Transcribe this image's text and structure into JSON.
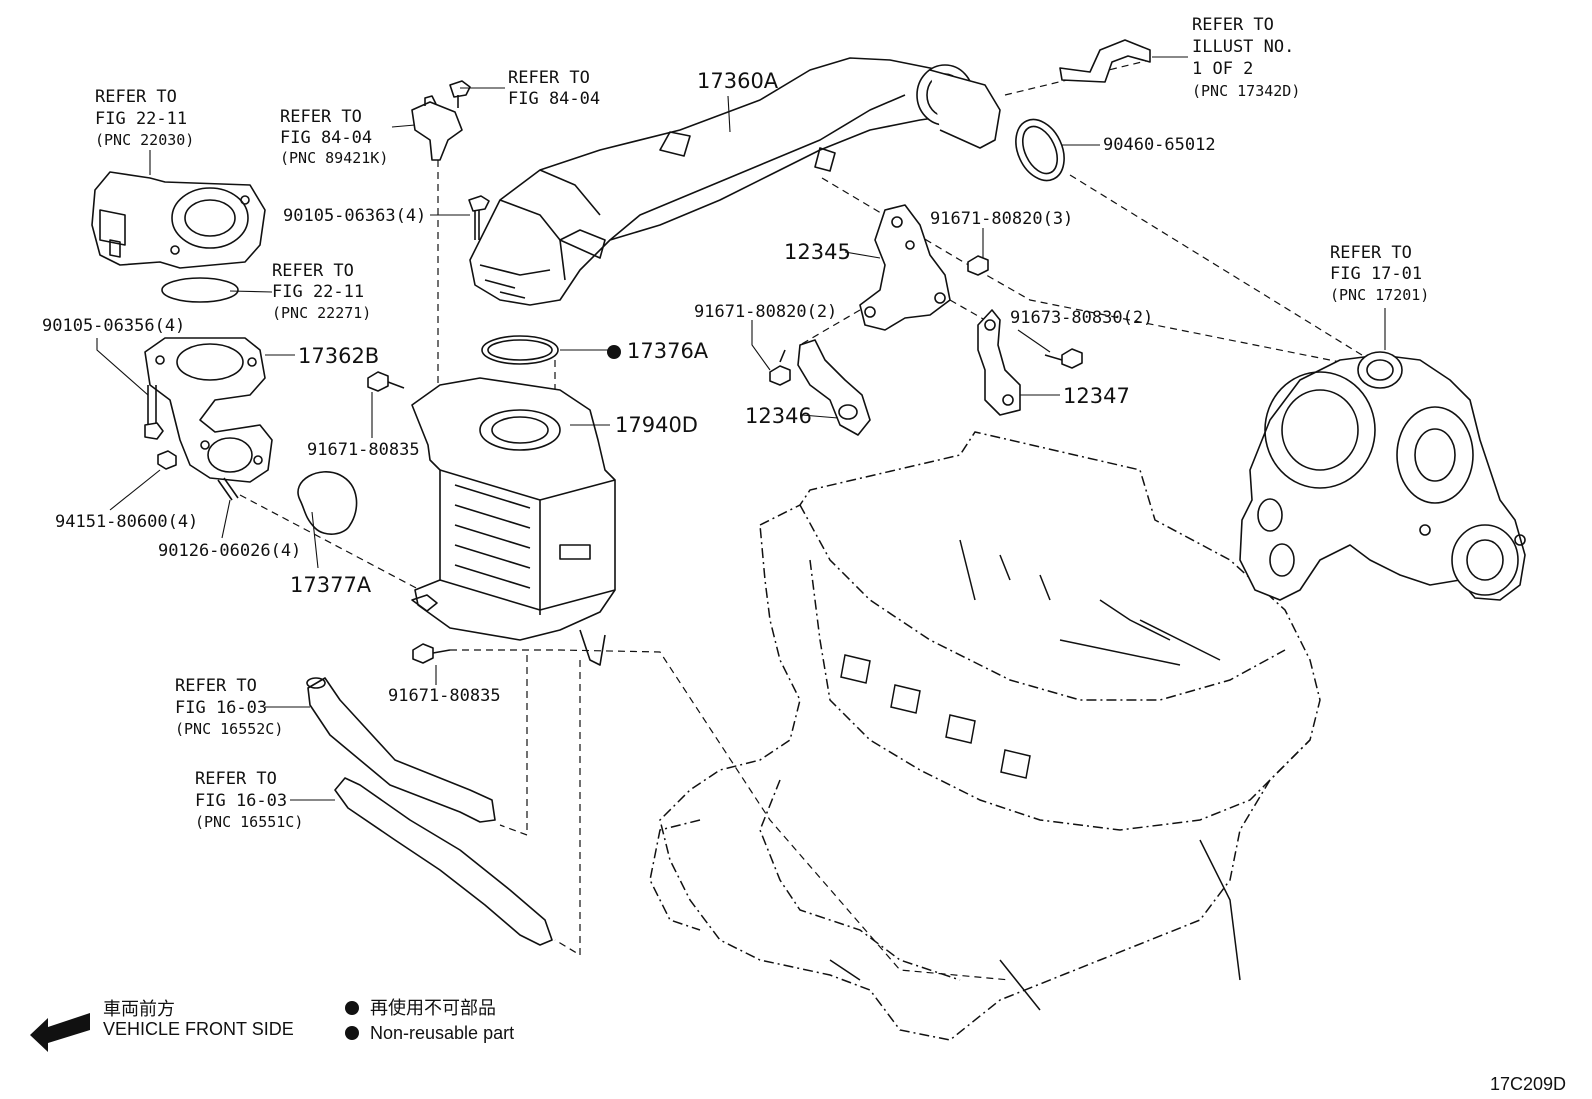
{
  "callouts": {
    "throttle_ref": {
      "line1": "REFER TO",
      "line2": "FIG 22-11",
      "pnc": "(PNC 22030)"
    },
    "gasket_ref": {
      "line1": "REFER TO",
      "line2": "FIG 22-11",
      "pnc": "(PNC 22271)"
    },
    "sensor_ref": {
      "line1": "REFER TO",
      "line2": "FIG 84-04",
      "pnc": "(PNC 89421K)"
    },
    "bolt_ref": {
      "line1": "REFER TO",
      "line2": "FIG 84-04"
    },
    "hose_top_ref": {
      "line1": "REFER TO",
      "line2": "ILLUST NO.",
      "line3": "1 OF 2",
      "pnc": "(PNC 17342D)"
    },
    "turbo_ref": {
      "line1": "REFER TO",
      "line2": "FIG 17-01",
      "pnc": "(PNC 17201)"
    },
    "hose1_ref": {
      "line1": "REFER TO",
      "line2": "FIG 16-03",
      "pnc": "(PNC 16552C)"
    },
    "hose2_ref": {
      "line1": "REFER TO",
      "line2": "FIG 16-03",
      "pnc": "(PNC 16551C)"
    }
  },
  "parts": {
    "p17360A": "17360A",
    "p90460": "90460-65012",
    "p90105_06363": "90105-06363(4)",
    "p12345": "12345",
    "p91671_80820_3": "91671-80820(3)",
    "p90105_06356": "90105-06356(4)",
    "p17362B": "17362B",
    "p17376A": "17376A",
    "p91671_80820_2": "91671-80820(2)",
    "p91673_80830": "91673-80830(2)",
    "p91671_80835_a": "91671-80835",
    "p17940D": "17940D",
    "p12346": "12346",
    "p12347": "12347",
    "p94151": "94151-80600(4)",
    "p90126": "90126-06026(4)",
    "p17377A": "17377A",
    "p91671_80835_b": "91671-80835"
  },
  "legend": {
    "direction_jp": "車両前方",
    "direction_en": "VEHICLE FRONT SIDE",
    "nonreusable_jp": "再使用不可部品",
    "nonreusable_en": "Non-reusable part"
  },
  "figure_id": "17C209D"
}
